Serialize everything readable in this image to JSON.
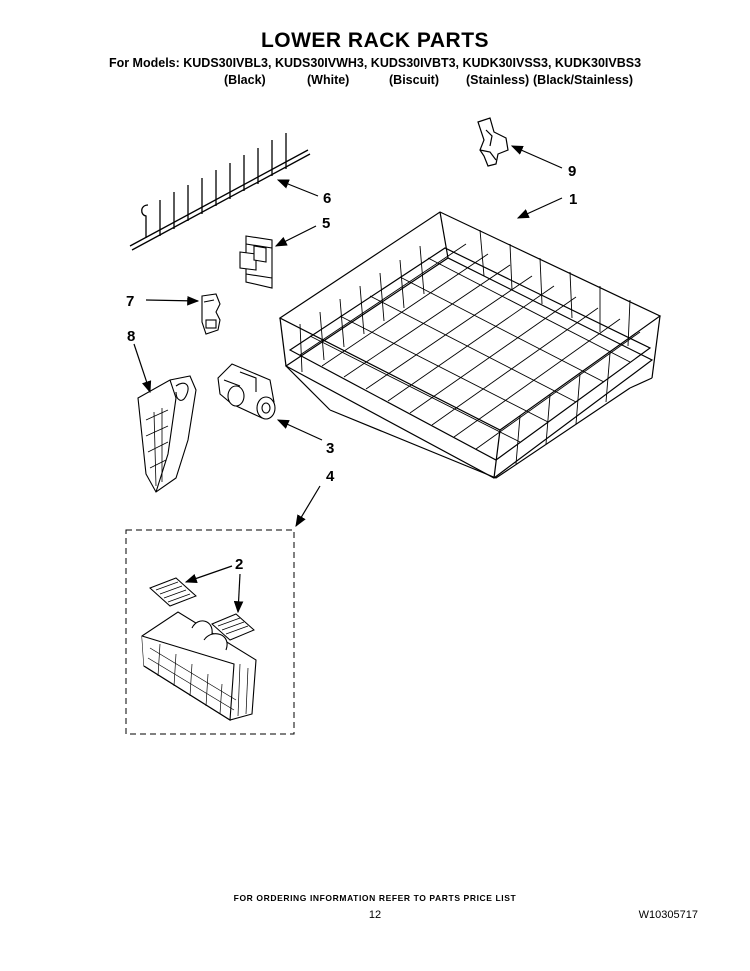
{
  "header": {
    "title": "LOWER RACK PARTS",
    "models_line": "For Models: KUDS30IVBL3, KUDS30IVWH3, KUDS30IVBT3, KUDK30IVSS3, KUDK30IVBS3",
    "colors": [
      "(Black)",
      "(White)",
      "(Biscuit)",
      "(Stainless)",
      "(Black/Stainless)"
    ]
  },
  "callouts": {
    "c1": "1",
    "c2": "2",
    "c3": "3",
    "c4": "4",
    "c5": "5",
    "c6": "6",
    "c7": "7",
    "c8": "8",
    "c9": "9"
  },
  "footer": {
    "ordering_note": "FOR ORDERING INFORMATION REFER TO PARTS PRICE LIST",
    "page_number": "12",
    "document_number": "W10305717"
  }
}
